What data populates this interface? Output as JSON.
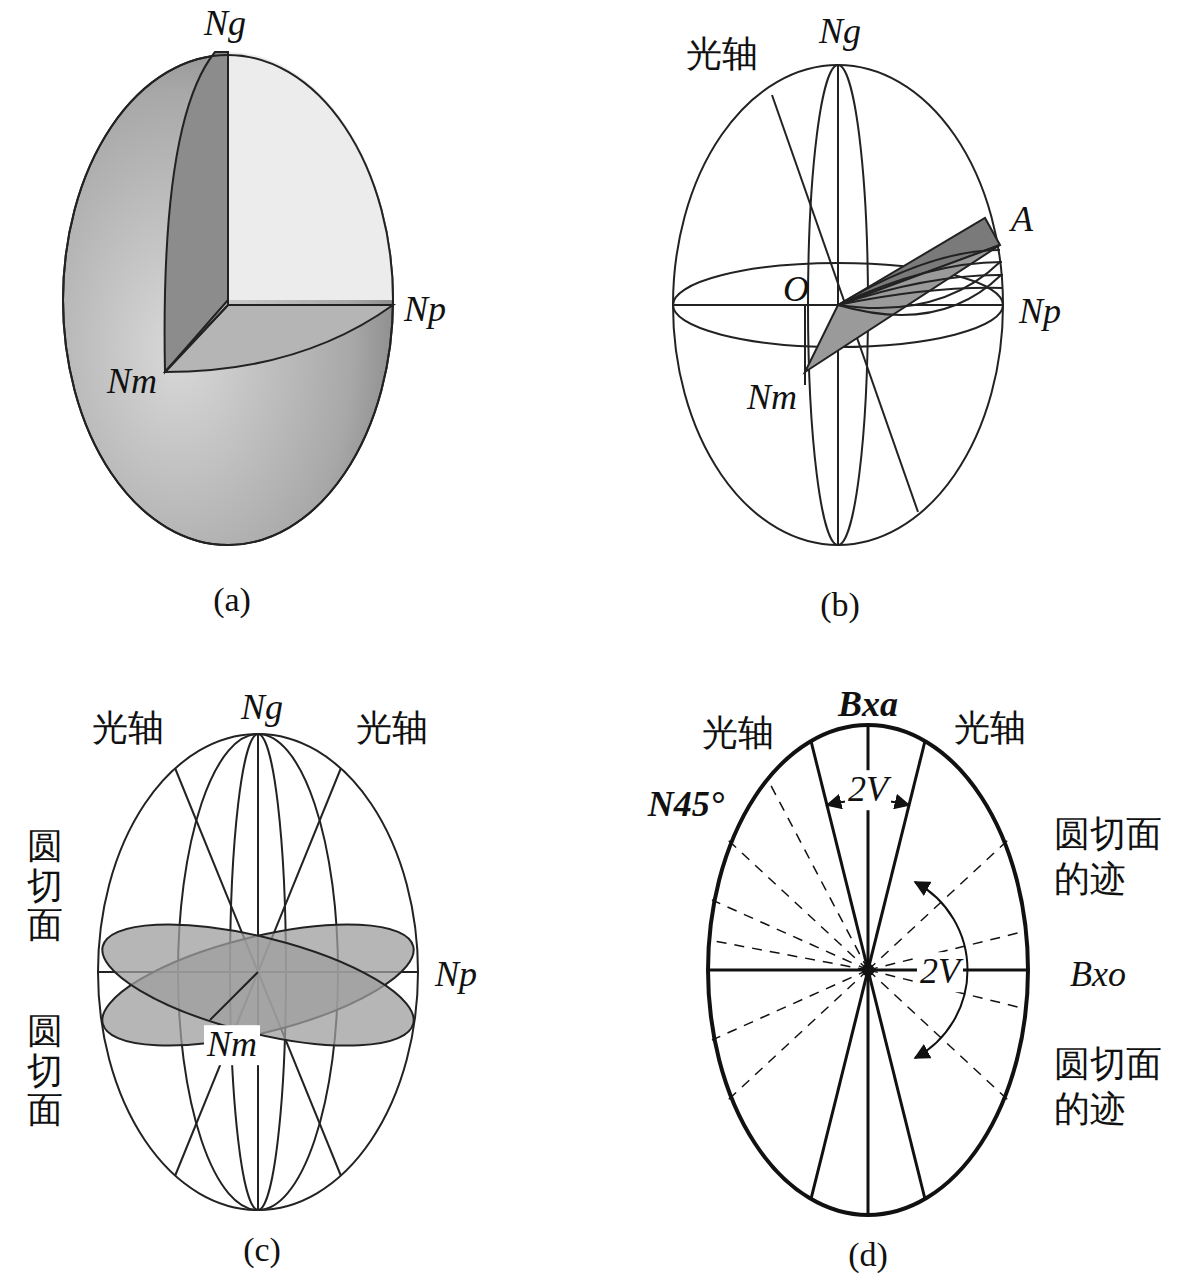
{
  "diagram": {
    "labels": [
      "Ng",
      "Np",
      "Nm",
      "(a)",
      "光轴",
      "Ng",
      "A",
      "O",
      "Np",
      "Nm",
      "(b)",
      "光轴",
      "Ng",
      "光轴",
      "圆切面",
      "圆切面",
      "Np",
      "Nm",
      "(c)",
      "光轴",
      "Bxa",
      "光轴",
      "N45°",
      "2V",
      "圆切面 的迹",
      "2V",
      "Bxo",
      "圆切面 的迹",
      "(d)"
    ]
  }
}
